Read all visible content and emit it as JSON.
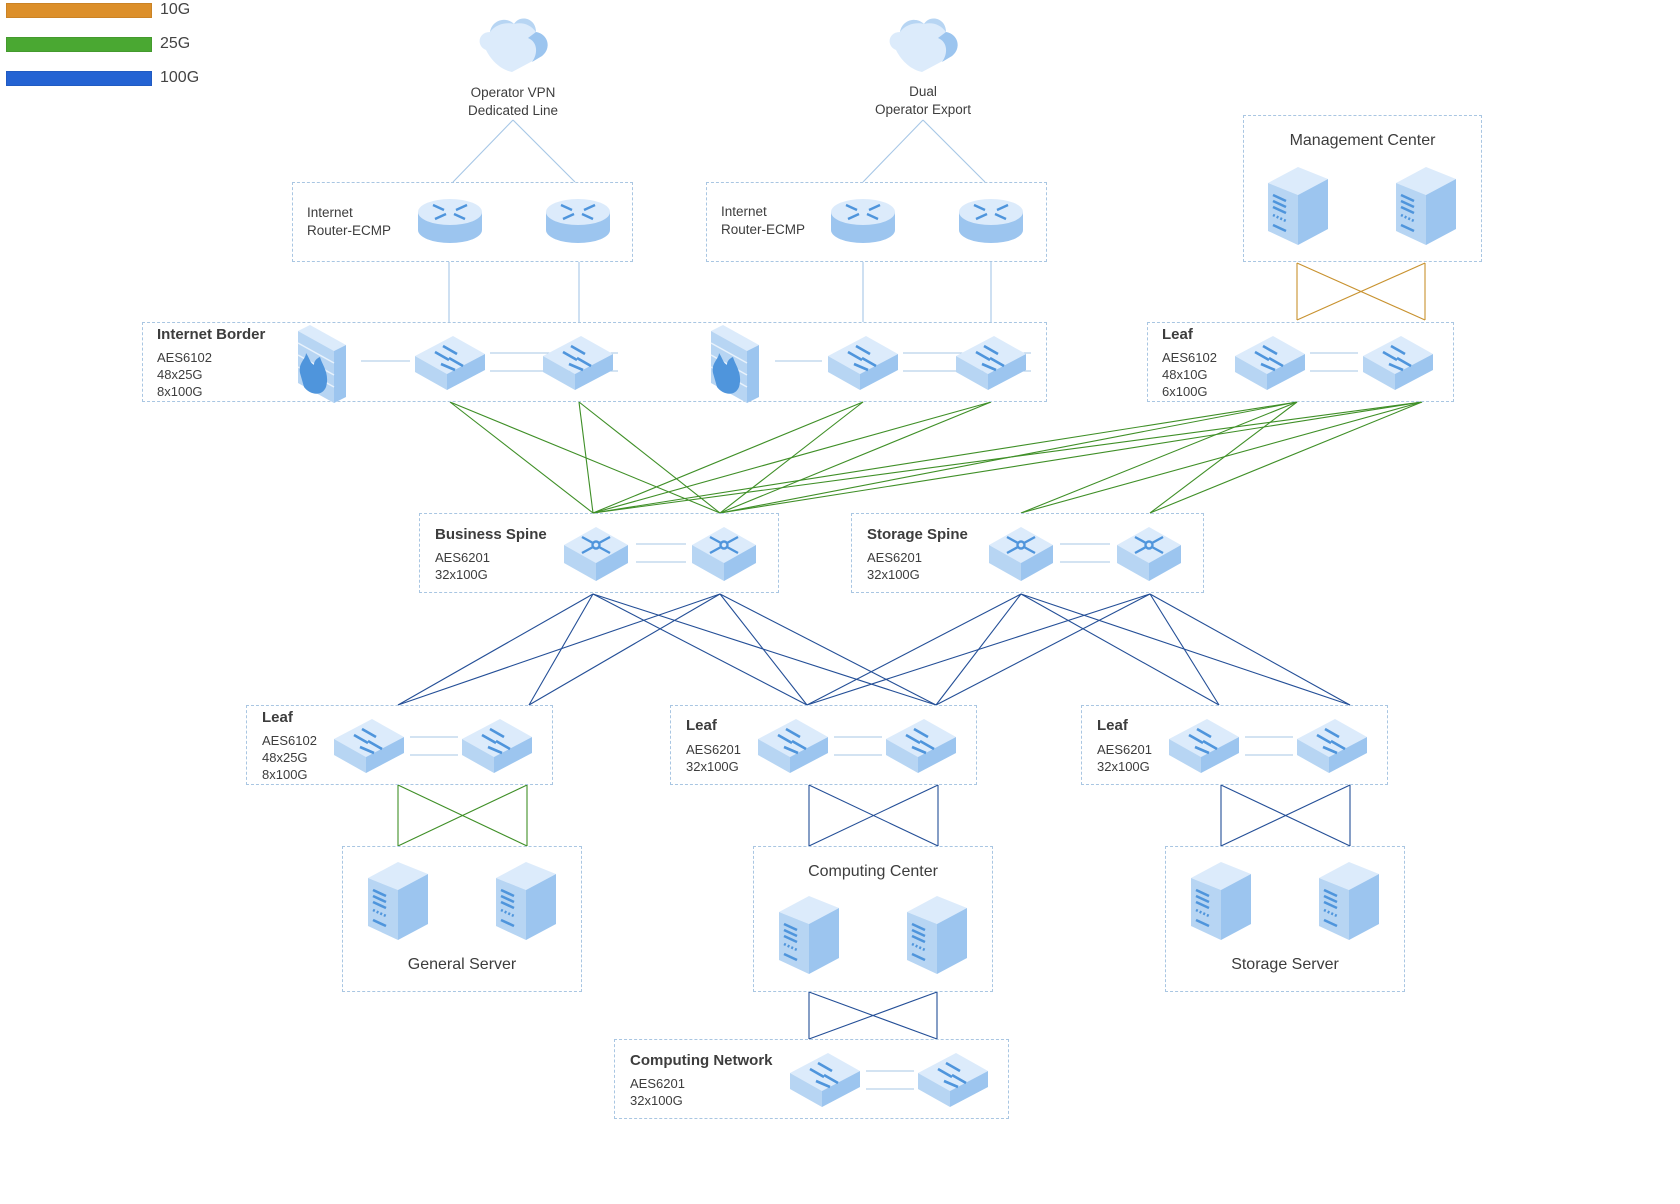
{
  "legend": [
    {
      "label": "10G",
      "color": "#dc8f2a"
    },
    {
      "label": "25G",
      "color": "#4aa832"
    },
    {
      "label": "100G",
      "color": "#2463d3"
    }
  ],
  "link_colors": {
    "uplink": "#a7c7e6",
    "10G": "#c8922f",
    "25G": "#3f8f27",
    "100G": "#244f97"
  },
  "clouds": [
    {
      "name": "operator-vpn",
      "label": "Operator VPN\nDedicated Line"
    },
    {
      "name": "dual-operator",
      "label": "Dual\nOperator Export"
    }
  ],
  "router_groups": [
    {
      "label": "Internet\nRouter-ECMP"
    },
    {
      "label": "Internet\nRouter-ECMP"
    }
  ],
  "management_center": {
    "title": "Management Center"
  },
  "internet_border": {
    "title": "Internet Border",
    "spec": "AES6102\n48x25G\n8x100G"
  },
  "mgmt_leaf": {
    "title": "Leaf",
    "spec": "AES6102\n48x10G\n6x100G"
  },
  "business_spine": {
    "title": "Business Spine",
    "spec": "AES6201\n32x100G"
  },
  "storage_spine": {
    "title": "Storage Spine",
    "spec": "AES6201\n32x100G"
  },
  "leaf_general": {
    "title": "Leaf",
    "spec": "AES6102\n48x25G\n8x100G"
  },
  "leaf_computing": {
    "title": "Leaf",
    "spec": "AES6201\n32x100G"
  },
  "leaf_storage": {
    "title": "Leaf",
    "spec": "AES6201\n32x100G"
  },
  "general_server": {
    "title": "General Server"
  },
  "computing_center": {
    "title": "Computing Center"
  },
  "storage_server": {
    "title": "Storage Server"
  },
  "computing_network": {
    "title": "Computing Network",
    "spec": "AES6201\n32x100G"
  }
}
